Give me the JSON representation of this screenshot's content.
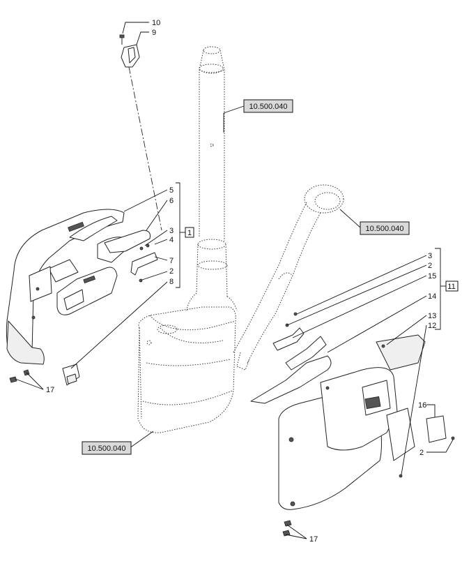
{
  "diagram": {
    "references": [
      {
        "id": "ref-top",
        "text": "10.500.040"
      },
      {
        "id": "ref-right",
        "text": "10.500.040"
      },
      {
        "id": "ref-bottom",
        "text": "10.500.040"
      }
    ],
    "group_labels": {
      "left": "1",
      "right": "11"
    },
    "callouts": {
      "c10": "10",
      "c9": "9",
      "c5": "5",
      "c6": "6",
      "c3a": "3",
      "c4": "4",
      "c7": "7",
      "c2a": "2",
      "c8": "8",
      "c17a": "17",
      "c3b": "3",
      "c2b": "2",
      "c15": "15",
      "c14": "14",
      "c13": "13",
      "c12": "12",
      "c16": "16",
      "c2c": "2",
      "c17b": "17"
    }
  }
}
